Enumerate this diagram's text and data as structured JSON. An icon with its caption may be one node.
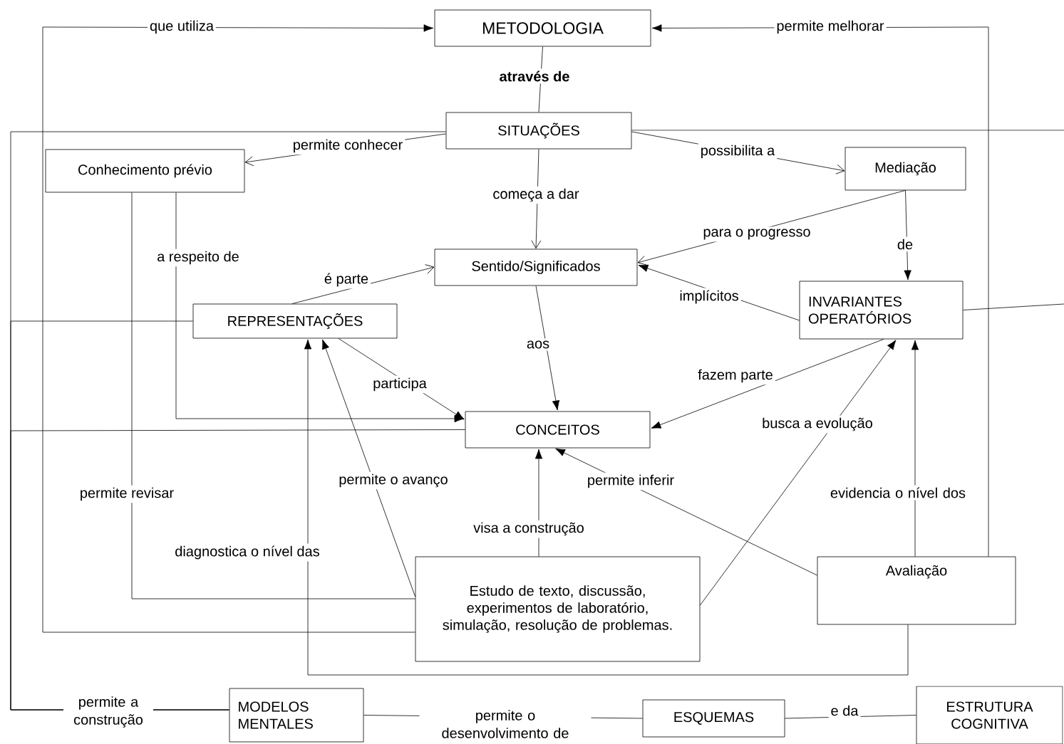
{
  "diagram": {
    "nodes": [
      {
        "text": [
          "METODOLOGIA"
        ]
      },
      {
        "text": [
          "SITUAÇÕES"
        ]
      },
      {
        "text": [
          "Conhecimento prévio"
        ]
      },
      {
        "text": [
          "Mediação"
        ]
      },
      {
        "text": [
          "Sentido/Significados"
        ]
      },
      {
        "text": [
          "REPRESENTAÇÕES"
        ]
      },
      {
        "text": [
          "INVARIANTES OPERATÓRIOS"
        ]
      },
      {
        "text": [
          "CONCEITOS"
        ]
      },
      {
        "text": [
          "Estudo de texto, discussão, experimentos de laboratório, simulação, resolução de problemas."
        ]
      },
      {
        "text": [
          "Avaliação"
        ]
      },
      {
        "text": [
          "MODELOS MENTALES"
        ]
      },
      {
        "text": [
          "ESQUEMAS"
        ]
      },
      {
        "text": [
          "ESTRUTURA COGNITIVA"
        ]
      }
    ],
    "edges": [
      {
        "from": 8,
        "to": 0,
        "arrow": "to",
        "label": "que utiliza"
      },
      {
        "from": 9,
        "to": 0,
        "arrow": "to",
        "label": "permite melhorar"
      },
      {
        "from": 0,
        "to": 1,
        "arrow": "none",
        "label": "através de"
      },
      {
        "from": 1,
        "to": 2,
        "arrow": "to",
        "label": "permite conhecer"
      },
      {
        "from": 1,
        "to": 3,
        "arrow": "to",
        "label": "possibilita a"
      },
      {
        "from": 1,
        "to": 4,
        "arrow": "to",
        "label": "começa a dar"
      },
      {
        "from": 3,
        "to": 4,
        "arrow": "to",
        "label": "para o progresso"
      },
      {
        "from": 3,
        "to": 6,
        "arrow": "to",
        "label": "de"
      },
      {
        "from": 6,
        "to": 4,
        "arrow": "to",
        "label": "implícitos"
      },
      {
        "from": 2,
        "to": 7,
        "arrow": "to",
        "label": "a respeito de"
      },
      {
        "from": 5,
        "to": 4,
        "arrow": "to",
        "label": "é parte"
      },
      {
        "from": 5,
        "to": 7,
        "arrow": "to",
        "label": "participa"
      },
      {
        "from": 4,
        "to": 7,
        "arrow": "to",
        "label": "aos"
      },
      {
        "from": 6,
        "to": 7,
        "arrow": "to",
        "label": "fazem parte"
      },
      {
        "from": 8,
        "to": 6,
        "arrow": "to",
        "label": "busca a evolução"
      },
      {
        "from": 9,
        "to": 6,
        "arrow": "to",
        "label": "evidencia o nível dos"
      },
      {
        "from": 8,
        "to": 7,
        "arrow": "to",
        "label": "visa a construção"
      },
      {
        "from": 9,
        "to": 7,
        "arrow": "to",
        "label": "permite inferir"
      },
      {
        "from": 8,
        "to": 5,
        "arrow": "to",
        "label": "permite o avanço"
      },
      {
        "from": 9,
        "to": 5,
        "arrow": "to",
        "label": "diagnostica o nível das"
      },
      {
        "from": 8,
        "to": 2,
        "arrow": "none",
        "label": "permite revisar"
      },
      {
        "from": 1,
        "to": 10,
        "arrow": "none",
        "label": "permite a construção"
      },
      {
        "from": 5,
        "to": 10,
        "arrow": "none"
      },
      {
        "from": 7,
        "to": 10,
        "arrow": "none"
      },
      {
        "from": 1,
        "to": null,
        "arrow": "none"
      },
      {
        "from": 6,
        "to": null,
        "arrow": "none"
      },
      {
        "from": 10,
        "to": 11,
        "arrow": "none",
        "label": "permite o desenvolvimento de"
      },
      {
        "from": 11,
        "to": 12,
        "arrow": "none",
        "label": "e da"
      }
    ]
  }
}
